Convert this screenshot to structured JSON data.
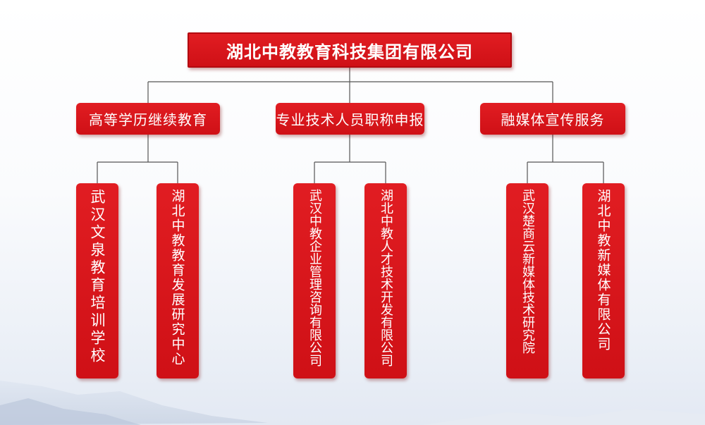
{
  "root": {
    "label": "湖北中教教育科技集团有限公司"
  },
  "categories": [
    {
      "label": "高等学历继续教育",
      "children": [
        "武汉文泉教育培训学校",
        "湖北中教教育发展研究中心"
      ]
    },
    {
      "label": "专业技术人员职称申报",
      "children": [
        "武汉中教企业管理咨询有限公司",
        "湖北中教人才技术开发有限公司"
      ]
    },
    {
      "label": "融媒体宣传服务",
      "children": [
        "武汉楚商云新媒体技术研究院",
        "湖北中教新媒体有限公司"
      ]
    }
  ],
  "colors": {
    "box_fill": "#d8161c",
    "connector": "#555555",
    "background": "#f4f6fa"
  }
}
